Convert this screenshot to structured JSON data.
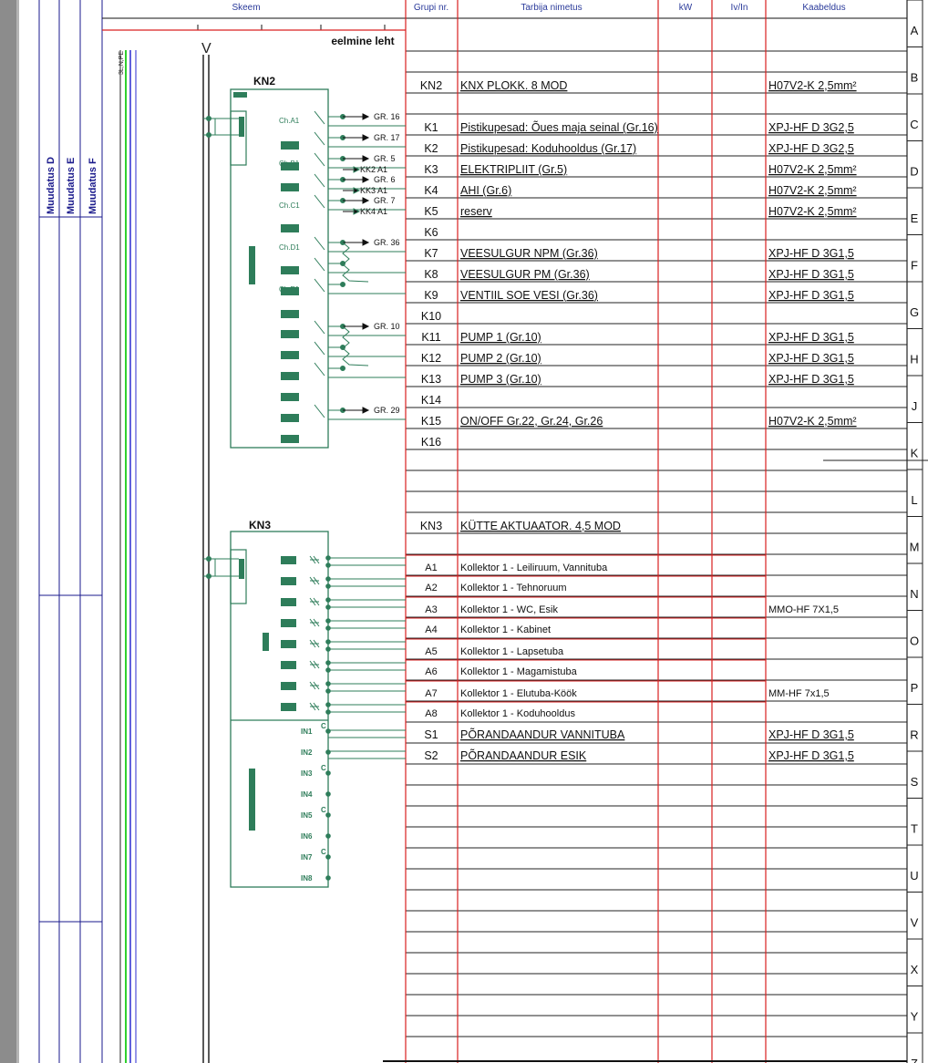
{
  "header": {
    "skeem": "Skeem",
    "group_nr": "Grupi nr.",
    "consumer_name": "Tarbija nimetus",
    "kw": "kW",
    "iv_in": "Iv/In",
    "cable": "Kaabeldus"
  },
  "previous_sheet": "eelmine leht",
  "revisions": [
    "Muudatus D",
    "Muudatus E",
    "Muudatus F"
  ],
  "bus_label": "3L,N,PE",
  "bus_mark": "V",
  "row_letters": [
    "A",
    "B",
    "C",
    "D",
    "E",
    "F",
    "G",
    "H",
    "J",
    "K",
    "L",
    "M",
    "N",
    "O",
    "P",
    "R",
    "S",
    "T",
    "U",
    "V",
    "X",
    "Y",
    "Z"
  ],
  "kn2": {
    "title": "KN2",
    "channels": [
      "Ch.A1",
      "Ch.B1",
      "Ch.C1",
      "Ch.D1",
      "Ch.E1"
    ],
    "outputs": [
      "GR. 16",
      "GR. 17",
      "GR. 5",
      "GR. 6",
      "GR. 7",
      "KK2 A1",
      "KK3 A1",
      "KK4 A1",
      "GR. 36",
      "GR. 10",
      "GR. 29"
    ]
  },
  "kn3": {
    "title": "KN3",
    "inputs": [
      "IN1",
      "IN2",
      "IN3",
      "IN4",
      "IN5",
      "IN6",
      "IN7",
      "IN8"
    ]
  },
  "table_rows": [
    {
      "group": "KN2",
      "name": "KNX PLOKK. 8 MOD",
      "cable": "H07V2-K 2,5mm²"
    },
    {
      "group": "K1",
      "name": "Pistikupesad: Õues maja seinal (Gr.16)",
      "cable": "XPJ-HF D 3G2,5"
    },
    {
      "group": "K2",
      "name": "Pistikupesad: Koduhooldus (Gr.17)",
      "cable": "XPJ-HF D 3G2,5"
    },
    {
      "group": "K3",
      "name": "ELEKTRIPLIIT (Gr.5)",
      "cable": "H07V2-K 2,5mm²"
    },
    {
      "group": "K4",
      "name": "AHI (Gr.6)",
      "cable": "H07V2-K 2,5mm²"
    },
    {
      "group": "K5",
      "name": "reserv",
      "cable": "H07V2-K 2,5mm²"
    },
    {
      "group": "K6",
      "name": "",
      "cable": ""
    },
    {
      "group": "K7",
      "name": "VEESULGUR NPM (Gr.36)",
      "cable": "XPJ-HF D 3G1,5"
    },
    {
      "group": "K8",
      "name": "VEESULGUR PM (Gr.36)",
      "cable": "XPJ-HF D 3G1,5"
    },
    {
      "group": "K9",
      "name": "VENTIIL SOE VESI (Gr.36)",
      "cable": "XPJ-HF D 3G1,5"
    },
    {
      "group": "K10",
      "name": "",
      "cable": ""
    },
    {
      "group": "K11",
      "name": "PUMP 1 (Gr.10)",
      "cable": "XPJ-HF D 3G1,5"
    },
    {
      "group": "K12",
      "name": "PUMP 2 (Gr.10)",
      "cable": "XPJ-HF D 3G1,5"
    },
    {
      "group": "K13",
      "name": "PUMP 3 (Gr.10)",
      "cable": "XPJ-HF D 3G1,5"
    },
    {
      "group": "K14",
      "name": "",
      "cable": ""
    },
    {
      "group": "K15",
      "name": "ON/OFF Gr.22, Gr.24, Gr.26",
      "cable": "H07V2-K 2,5mm²"
    },
    {
      "group": "K16",
      "name": "",
      "cable": ""
    },
    {
      "group": "KN3",
      "name": "KÜTTE AKTUAATOR. 4,5 MOD",
      "cable": ""
    },
    {
      "group": "A1",
      "name": "Kollektor 1 - Leiliruum, Vannituba",
      "cable": ""
    },
    {
      "group": "A2",
      "name": "Kollektor 1 - Tehnoruum",
      "cable": ""
    },
    {
      "group": "A3",
      "name": "Kollektor 1 - WC, Esik",
      "cable": "MMO-HF 7X1,5"
    },
    {
      "group": "A4",
      "name": "Kollektor 1 - Kabinet",
      "cable": ""
    },
    {
      "group": "A5",
      "name": "Kollektor 1 - Lapsetuba",
      "cable": ""
    },
    {
      "group": "A6",
      "name": "Kollektor 1 - Magamistuba",
      "cable": ""
    },
    {
      "group": "A7",
      "name": "Kollektor 1 - Elutuba-Köök",
      "cable": "MM-HF 7x1,5"
    },
    {
      "group": "A8",
      "name": "Kollektor 1 - Koduhooldus",
      "cable": ""
    },
    {
      "group": "S1",
      "name": "PÕRANDAANDUR VANNITUBA",
      "cable": "XPJ-HF D 3G1,5"
    },
    {
      "group": "S2",
      "name": "PÕRANDAANDUR ESIK",
      "cable": "XPJ-HF D 3G1,5"
    }
  ],
  "colors": {
    "grid_red": "#d92020",
    "module_green": "#2e7d5a",
    "revision_blue": "#1a1a8c",
    "bus_green": "#2fd02f",
    "bus_blue": "#2a2ad0"
  }
}
